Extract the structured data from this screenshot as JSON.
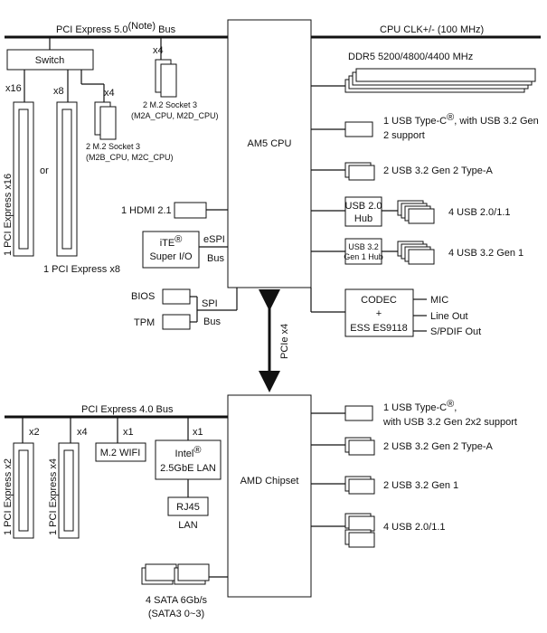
{
  "cpu": {
    "label": "AM5 CPU",
    "pcie_bus": "PCI Express 5.0",
    "pcie_note": "(Note)",
    "pcie_bus_suffix": "Bus",
    "clk": "CPU CLK+/- (100 MHz)",
    "switch": "Switch",
    "x16": "x16",
    "x8": "x8",
    "x4a": "x4",
    "x4b": "x4",
    "slot_x16": "1 PCI Express x16",
    "or": "or",
    "slot_x8": "1 PCI Express x8",
    "m2_top": [
      "2 M.2 Socket 3",
      "(M2A_CPU, M2D_CPU)"
    ],
    "m2_mid": [
      "2 M.2 Socket 3",
      "(M2B_CPU, M2C_CPU)"
    ],
    "ddr5": "DDR5 5200/4800/4400 MHz",
    "usbc": [
      "1 USB Type-C",
      "®",
      ", with USB 3.2 Gen",
      "2 support"
    ],
    "usb32g2": "2 USB 3.2 Gen 2 Type-A",
    "hub20": [
      "USB 2.0",
      "Hub"
    ],
    "usb20": "4 USB 2.0/1.1",
    "hub32": [
      "USB 3.2",
      "Gen 1 Hub"
    ],
    "usb32g1": "4 USB 3.2 Gen 1",
    "hdmi": "1 HDMI 2.1",
    "superio": [
      "iTE",
      "®",
      "Super I/O"
    ],
    "espi": [
      "eSPI",
      "Bus"
    ],
    "bios": "BIOS",
    "tpm": "TPM",
    "spi": [
      "SPI",
      "Bus"
    ],
    "codec": [
      "CODEC",
      "+",
      "ESS ES9118"
    ],
    "audio": [
      "MIC",
      "Line Out",
      "S/PDIF Out"
    ],
    "pcie_link": "PCIe x4"
  },
  "chipset": {
    "label": "AMD Chipset",
    "pcie_bus": "PCI Express 4.0 Bus",
    "x2": "x2",
    "x4": "x4",
    "x1a": "x1",
    "x1b": "x1",
    "slot_x2": "1 PCI Express x2",
    "slot_x4": "1 PCI Express x4",
    "wifi": "M.2 WIFI",
    "lan": [
      "Intel",
      "®",
      "2.5GbE LAN"
    ],
    "rj45": "RJ45",
    "lan_label": "LAN",
    "usbc": [
      "1 USB Type-C",
      "®",
      ",",
      "with USB 3.2 Gen 2x2 support"
    ],
    "usb32g2": "2 USB 3.2 Gen 2 Type-A",
    "usb32g1": "2 USB 3.2 Gen 1",
    "usb20": "4 USB 2.0/1.1",
    "sata": [
      "4 SATA 6Gb/s",
      "(SATA3 0~3)"
    ]
  }
}
